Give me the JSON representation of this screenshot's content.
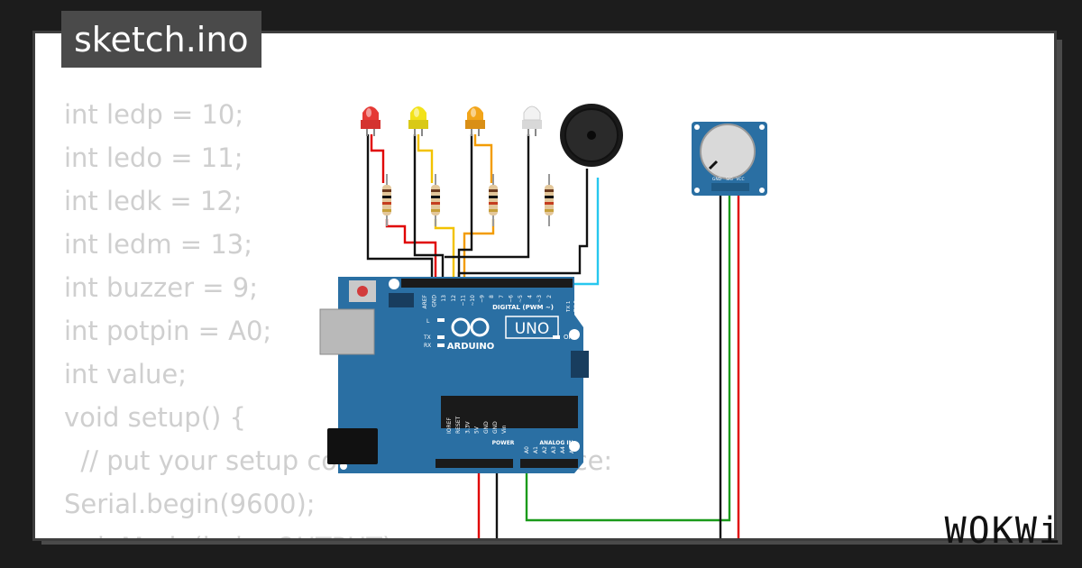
{
  "title": "sketch.ino",
  "code_lines": [
    "int ledp = 10;",
    "int ledo = 11;",
    "int ledk = 12;",
    "int ledm = 13;",
    "int buzzer = 9;",
    "int potpin = A0;",
    "int value;",
    "void setup() {",
    "  // put your setup code here, to run once:",
    "Serial.begin(9600);",
    "  pinMode(ledp, OUTPUT);"
  ],
  "board": {
    "name": "ARDUINO",
    "model": "UNO",
    "digital_header_label": "DIGITAL (PWM ~)",
    "power_label": "POWER",
    "analog_label": "ANALOG IN",
    "on_label": "ON",
    "l_label": "L",
    "tx_label": "TX",
    "rx_label": "RX",
    "tx_pin_label": "TX 1",
    "rx_pin_label": "RX 0",
    "digital_pins": [
      "AREF",
      "GND",
      "13",
      "12",
      "~11",
      "~10",
      "~9",
      "8",
      "7",
      "~6",
      "~5",
      "4",
      "~3",
      "2"
    ],
    "power_pins": [
      "IOREF",
      "RESET",
      "3.3V",
      "5V",
      "GND",
      "GND",
      "Vin"
    ],
    "analog_pins": [
      "A0",
      "A1",
      "A2",
      "A3",
      "A4",
      "A5"
    ]
  },
  "potentiometer": {
    "pin_labels": [
      "GND",
      "SIG",
      "VCC"
    ]
  },
  "colors": {
    "board": "#2a6fa3",
    "led_red": "#e53935",
    "led_yellow": "#f2e21a",
    "led_orange": "#f2a51a",
    "led_white": "#f2f2f2",
    "wire_red": "#e00000",
    "wire_yellow": "#f2c200",
    "wire_orange": "#f29c00",
    "wire_black": "#111111",
    "wire_cyan": "#27c7ef",
    "wire_green": "#1a9a1a",
    "code_text": "#cfcfcf"
  },
  "brand": "WOKWi"
}
